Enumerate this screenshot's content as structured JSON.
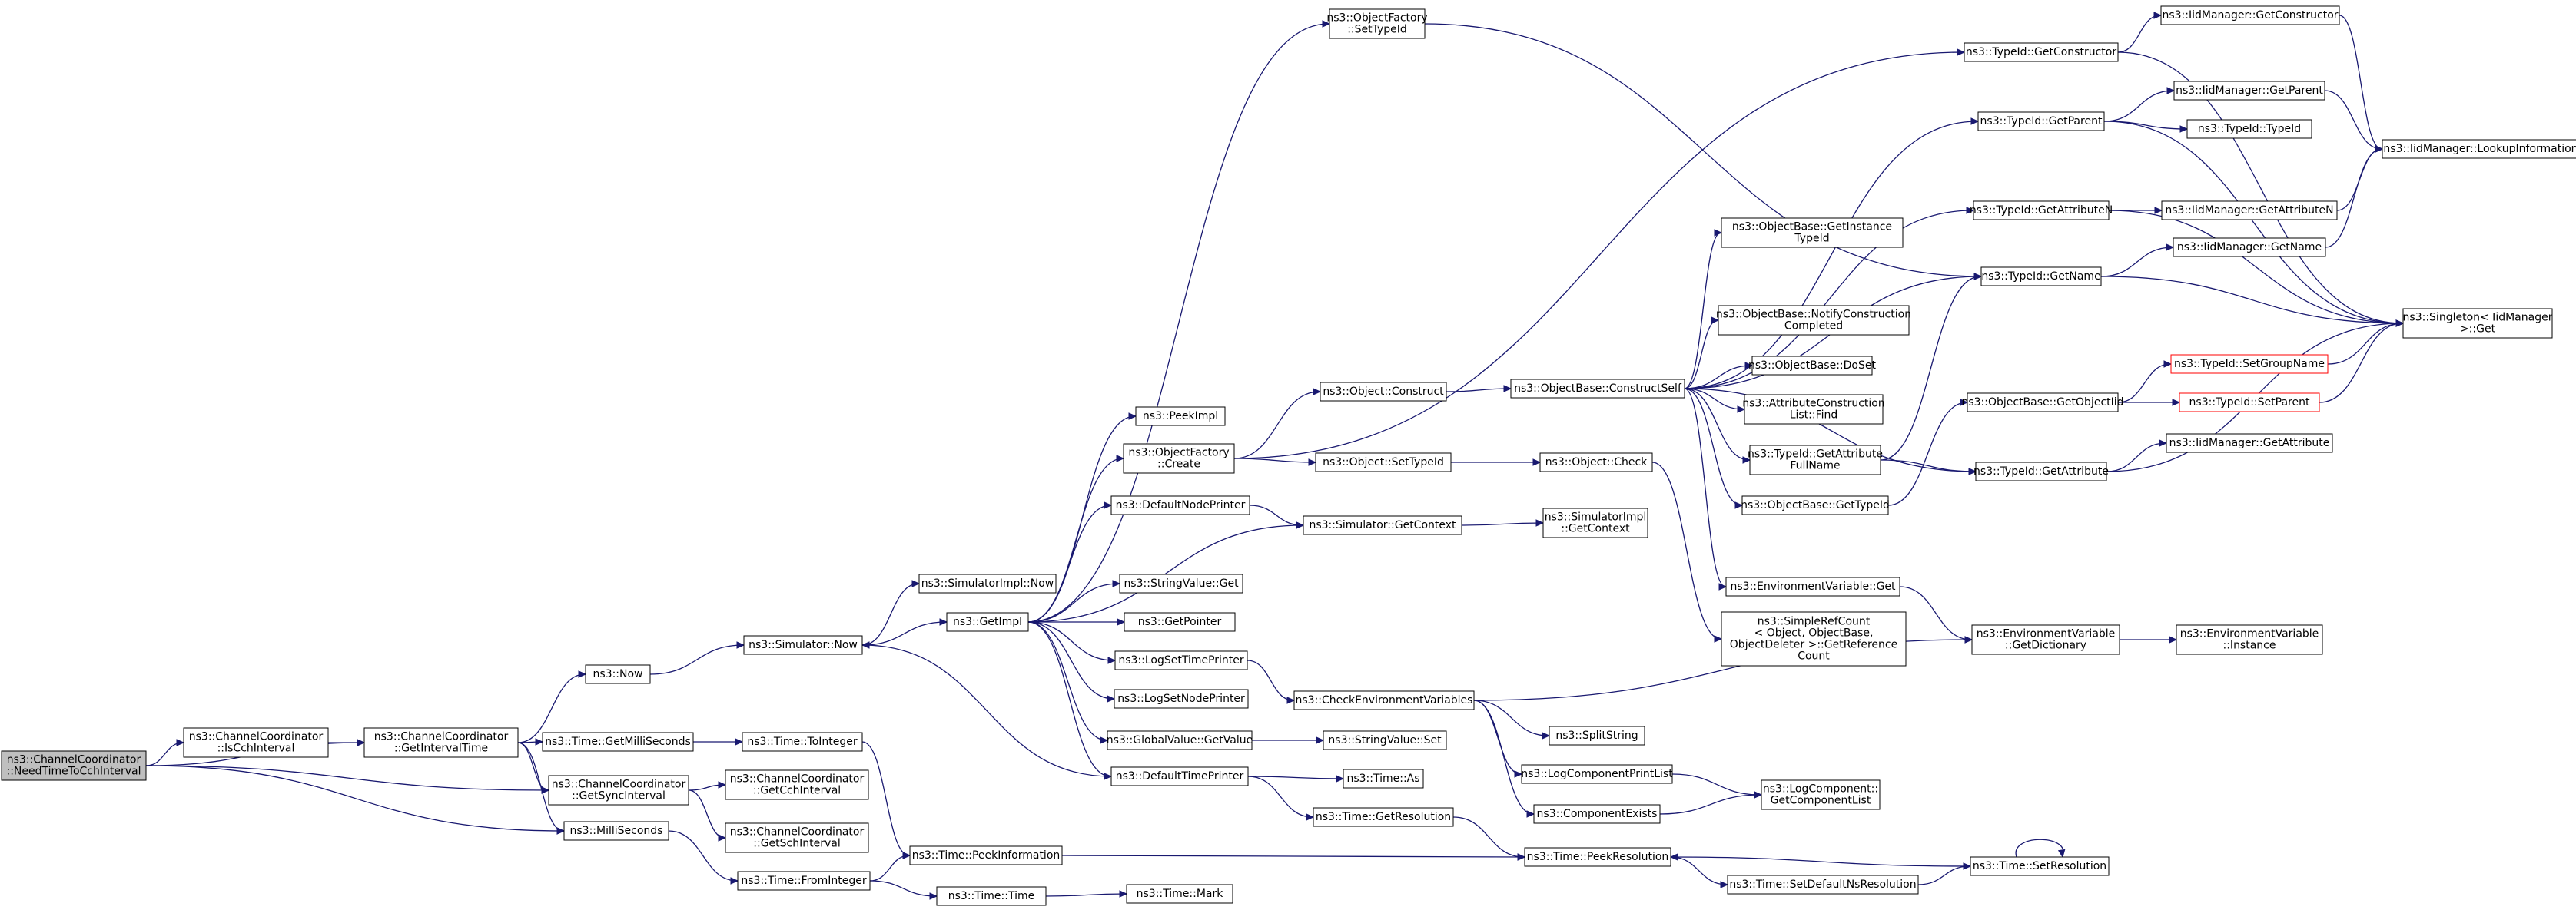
{
  "graph": {
    "root": "ns3::ChannelCoordinator::NeedTimeToCchInterval",
    "nodes": [
      {
        "id": "root",
        "lines": [
          "ns3::ChannelCoordinator",
          "::NeedTimeToCchInterval"
        ],
        "root": true
      },
      {
        "id": "isCch",
        "lines": [
          "ns3::ChannelCoordinator",
          "::IsCchInterval"
        ]
      },
      {
        "id": "getInterval",
        "lines": [
          "ns3::ChannelCoordinator",
          "::GetIntervalTime"
        ]
      },
      {
        "id": "getSync",
        "lines": [
          "ns3::ChannelCoordinator",
          "::GetSyncInterval"
        ]
      },
      {
        "id": "milliSeconds",
        "lines": [
          "ns3::MilliSeconds"
        ]
      },
      {
        "id": "now",
        "lines": [
          "ns3::Now"
        ]
      },
      {
        "id": "getMilli",
        "lines": [
          "ns3::Time::GetMilliSeconds"
        ]
      },
      {
        "id": "simNow",
        "lines": [
          "ns3::Simulator::Now"
        ]
      },
      {
        "id": "toInteger",
        "lines": [
          "ns3::Time::ToInteger"
        ]
      },
      {
        "id": "getCch",
        "lines": [
          "ns3::ChannelCoordinator",
          "::GetCchInterval"
        ]
      },
      {
        "id": "getSch",
        "lines": [
          "ns3::ChannelCoordinator",
          "::GetSchInterval"
        ]
      },
      {
        "id": "fromInteger",
        "lines": [
          "ns3::Time::FromInteger"
        ]
      },
      {
        "id": "simImplNow",
        "lines": [
          "ns3::SimulatorImpl::Now"
        ]
      },
      {
        "id": "getImpl",
        "lines": [
          "ns3::GetImpl"
        ]
      },
      {
        "id": "peekInfo",
        "lines": [
          "ns3::Time::PeekInformation"
        ]
      },
      {
        "id": "timeTime",
        "lines": [
          "ns3::Time::Time"
        ]
      },
      {
        "id": "ofSetTypeId",
        "lines": [
          "ns3::ObjectFactory",
          "::SetTypeId"
        ]
      },
      {
        "id": "peekImpl",
        "lines": [
          "ns3::PeekImpl"
        ]
      },
      {
        "id": "ofCreate",
        "lines": [
          "ns3::ObjectFactory",
          "::Create"
        ]
      },
      {
        "id": "defNodePrinter",
        "lines": [
          "ns3::DefaultNodePrinter"
        ]
      },
      {
        "id": "strGet",
        "lines": [
          "ns3::StringValue::Get"
        ]
      },
      {
        "id": "getPointer",
        "lines": [
          "ns3::GetPointer"
        ]
      },
      {
        "id": "logSetTime",
        "lines": [
          "ns3::LogSetTimePrinter"
        ]
      },
      {
        "id": "logSetNode",
        "lines": [
          "ns3::LogSetNodePrinter"
        ]
      },
      {
        "id": "gvGetValue",
        "lines": [
          "ns3::GlobalValue::GetValue"
        ]
      },
      {
        "id": "defTimePrinter",
        "lines": [
          "ns3::DefaultTimePrinter"
        ]
      },
      {
        "id": "timeMark",
        "lines": [
          "ns3::Time::Mark"
        ]
      },
      {
        "id": "objConstruct",
        "lines": [
          "ns3::Object::Construct"
        ]
      },
      {
        "id": "objSetTypeId",
        "lines": [
          "ns3::Object::SetTypeId"
        ]
      },
      {
        "id": "simGetContext",
        "lines": [
          "ns3::Simulator::GetContext"
        ]
      },
      {
        "id": "checkEnv",
        "lines": [
          "ns3::CheckEnvironmentVariables"
        ]
      },
      {
        "id": "strSet",
        "lines": [
          "ns3::StringValue::Set"
        ]
      },
      {
        "id": "timeAs",
        "lines": [
          "ns3::Time::As"
        ]
      },
      {
        "id": "timeGetRes",
        "lines": [
          "ns3::Time::GetResolution"
        ]
      },
      {
        "id": "objCheck",
        "lines": [
          "ns3::Object::Check"
        ]
      },
      {
        "id": "simImplGetContext",
        "lines": [
          "ns3::SimulatorImpl",
          "::GetContext"
        ]
      },
      {
        "id": "obConstructSelf",
        "lines": [
          "ns3::ObjectBase::ConstructSelf"
        ]
      },
      {
        "id": "srcGetRefCount",
        "lines": [
          "ns3::SimpleRefCount",
          "< Object, ObjectBase,",
          "ObjectDeleter >::GetReference",
          "Count"
        ]
      },
      {
        "id": "splitString",
        "lines": [
          "ns3::SplitString"
        ]
      },
      {
        "id": "logCompPrintList",
        "lines": [
          "ns3::LogComponentPrintList"
        ]
      },
      {
        "id": "compExists",
        "lines": [
          "ns3::ComponentExists"
        ]
      },
      {
        "id": "timePeekRes",
        "lines": [
          "ns3::Time::PeekResolution"
        ]
      },
      {
        "id": "timeSetDefNs",
        "lines": [
          "ns3::Time::SetDefaultNsResolution"
        ]
      },
      {
        "id": "obGetInstTid",
        "lines": [
          "ns3::ObjectBase::GetInstance",
          "TypeId"
        ]
      },
      {
        "id": "obNotify",
        "lines": [
          "ns3::ObjectBase::NotifyConstruction",
          "Completed"
        ]
      },
      {
        "id": "obDoSet",
        "lines": [
          "ns3::ObjectBase::DoSet"
        ]
      },
      {
        "id": "acListFind",
        "lines": [
          "ns3::AttributeConstruction",
          "List::Find"
        ]
      },
      {
        "id": "tidGetAttrFull",
        "lines": [
          "ns3::TypeId::GetAttribute",
          "FullName"
        ]
      },
      {
        "id": "obGetTypeId",
        "lines": [
          "ns3::ObjectBase::GetTypeId"
        ]
      },
      {
        "id": "envGet",
        "lines": [
          "ns3::EnvironmentVariable::Get"
        ]
      },
      {
        "id": "logCompGetList",
        "lines": [
          "ns3::LogComponent::",
          "GetComponentList"
        ]
      },
      {
        "id": "timeSetRes",
        "lines": [
          "ns3::Time::SetResolution"
        ]
      },
      {
        "id": "tidGetConstructor",
        "lines": [
          "ns3::TypeId::GetConstructor"
        ]
      },
      {
        "id": "tidGetParent",
        "lines": [
          "ns3::TypeId::GetParent"
        ]
      },
      {
        "id": "tidGetAttrN",
        "lines": [
          "ns3::TypeId::GetAttributeN"
        ]
      },
      {
        "id": "tidGetName",
        "lines": [
          "ns3::TypeId::GetName"
        ]
      },
      {
        "id": "obGetObjectIid",
        "lines": [
          "ns3::ObjectBase::GetObjectIid"
        ]
      },
      {
        "id": "tidGetAttr",
        "lines": [
          "ns3::TypeId::GetAttribute"
        ]
      },
      {
        "id": "envGetDict",
        "lines": [
          "ns3::EnvironmentVariable",
          "::GetDictionary"
        ]
      },
      {
        "id": "iidGetConstructor",
        "lines": [
          "ns3::IidManager::GetConstructor"
        ]
      },
      {
        "id": "iidGetParent",
        "lines": [
          "ns3::IidManager::GetParent"
        ]
      },
      {
        "id": "tidTypeId",
        "lines": [
          "ns3::TypeId::TypeId"
        ]
      },
      {
        "id": "iidGetAttrN",
        "lines": [
          "ns3::IidManager::GetAttributeN"
        ]
      },
      {
        "id": "iidGetName",
        "lines": [
          "ns3::IidManager::GetName"
        ]
      },
      {
        "id": "tidSetGroupName",
        "lines": [
          "ns3::TypeId::SetGroupName"
        ],
        "red": true
      },
      {
        "id": "tidSetParent",
        "lines": [
          "ns3::TypeId::SetParent"
        ],
        "red": true
      },
      {
        "id": "iidGetAttr",
        "lines": [
          "ns3::IidManager::GetAttribute"
        ]
      },
      {
        "id": "envInstance",
        "lines": [
          "ns3::EnvironmentVariable",
          "::Instance"
        ]
      },
      {
        "id": "iidLookup",
        "lines": [
          "ns3::IidManager::LookupInformation"
        ]
      },
      {
        "id": "singletonGet",
        "lines": [
          "ns3::Singleton< IidManager",
          " >::Get"
        ]
      }
    ]
  }
}
